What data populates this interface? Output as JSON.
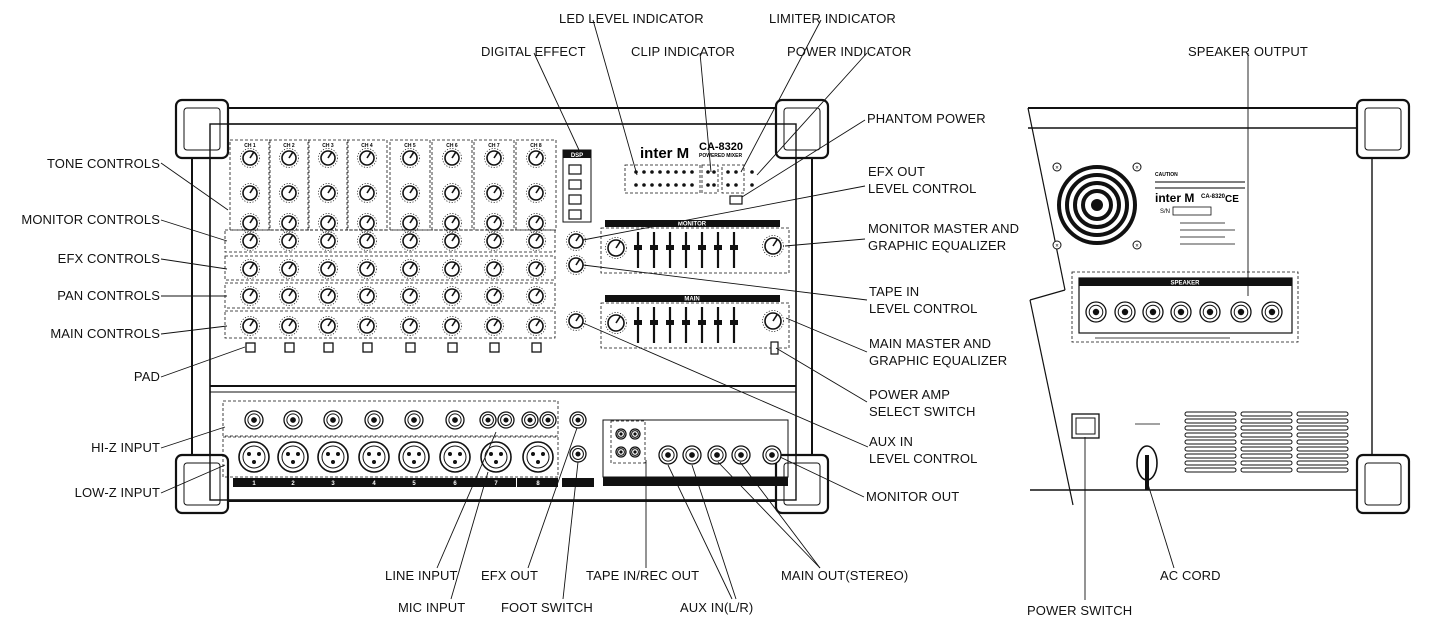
{
  "device": {
    "brand": "inter M",
    "model": "CA-8320",
    "subtitle": "POWERED MIXER",
    "channels": [
      "CH 1",
      "CH 2",
      "CH 3",
      "CH 4",
      "CH 5",
      "CH 6",
      "CH 7",
      "CH 8"
    ],
    "input_numbers": [
      "1",
      "2",
      "3",
      "4",
      "5",
      "6",
      "7",
      "8"
    ],
    "dsp_label": "DSP",
    "monitor_section": "MONITOR",
    "main_section": "MAIN",
    "speaker_section": "SPEAKER",
    "rear_model": "CA-8320",
    "rear_brand": "inter M",
    "rear_sn_label": "S/N",
    "rear_caution_heading": "CAUTION"
  },
  "labels": {
    "led_level_indicator": "LED LEVEL INDICATOR",
    "limiter_indicator": "LIMITER INDICATOR",
    "digital_effect": "DIGITAL EFFECT",
    "clip_indicator": "CLIP INDICATOR",
    "power_indicator": "POWER INDICATOR",
    "speaker_output": "SPEAKER OUTPUT",
    "phantom_power": "PHANTOM POWER",
    "tone_controls": "TONE CONTROLS",
    "efx_out_level_control_1": "EFX OUT",
    "efx_out_level_control_2": "LEVEL CONTROL",
    "monitor_controls": "MONITOR CONTROLS",
    "monitor_master_1": "MONITOR MASTER AND",
    "monitor_master_2": "GRAPHIC EQUALIZER",
    "efx_controls": "EFX CONTROLS",
    "pan_controls": "PAN CONTROLS",
    "tape_in_level_1": "TAPE IN",
    "tape_in_level_2": "LEVEL CONTROL",
    "main_controls": "MAIN CONTROLS",
    "main_master_1": "MAIN MASTER AND",
    "main_master_2": "GRAPHIC EQUALIZER",
    "pad": "PAD",
    "power_amp_select_1": "POWER AMP",
    "power_amp_select_2": "SELECT SWITCH",
    "hi_z_input": "HI-Z INPUT",
    "aux_in_level_1": "AUX IN",
    "aux_in_level_2": "LEVEL CONTROL",
    "low_z_input": "LOW-Z INPUT",
    "monitor_out": "MONITOR OUT",
    "line_input": "LINE INPUT",
    "efx_out": "EFX OUT",
    "tape_in_rec_out": "TAPE IN/REC OUT",
    "main_out_stereo": "MAIN OUT(STEREO)",
    "ac_cord": "AC CORD",
    "mic_input": "MIC INPUT",
    "foot_switch": "FOOT SWITCH",
    "aux_in_lr": "AUX IN(L/R)",
    "power_switch": "POWER SWITCH"
  }
}
